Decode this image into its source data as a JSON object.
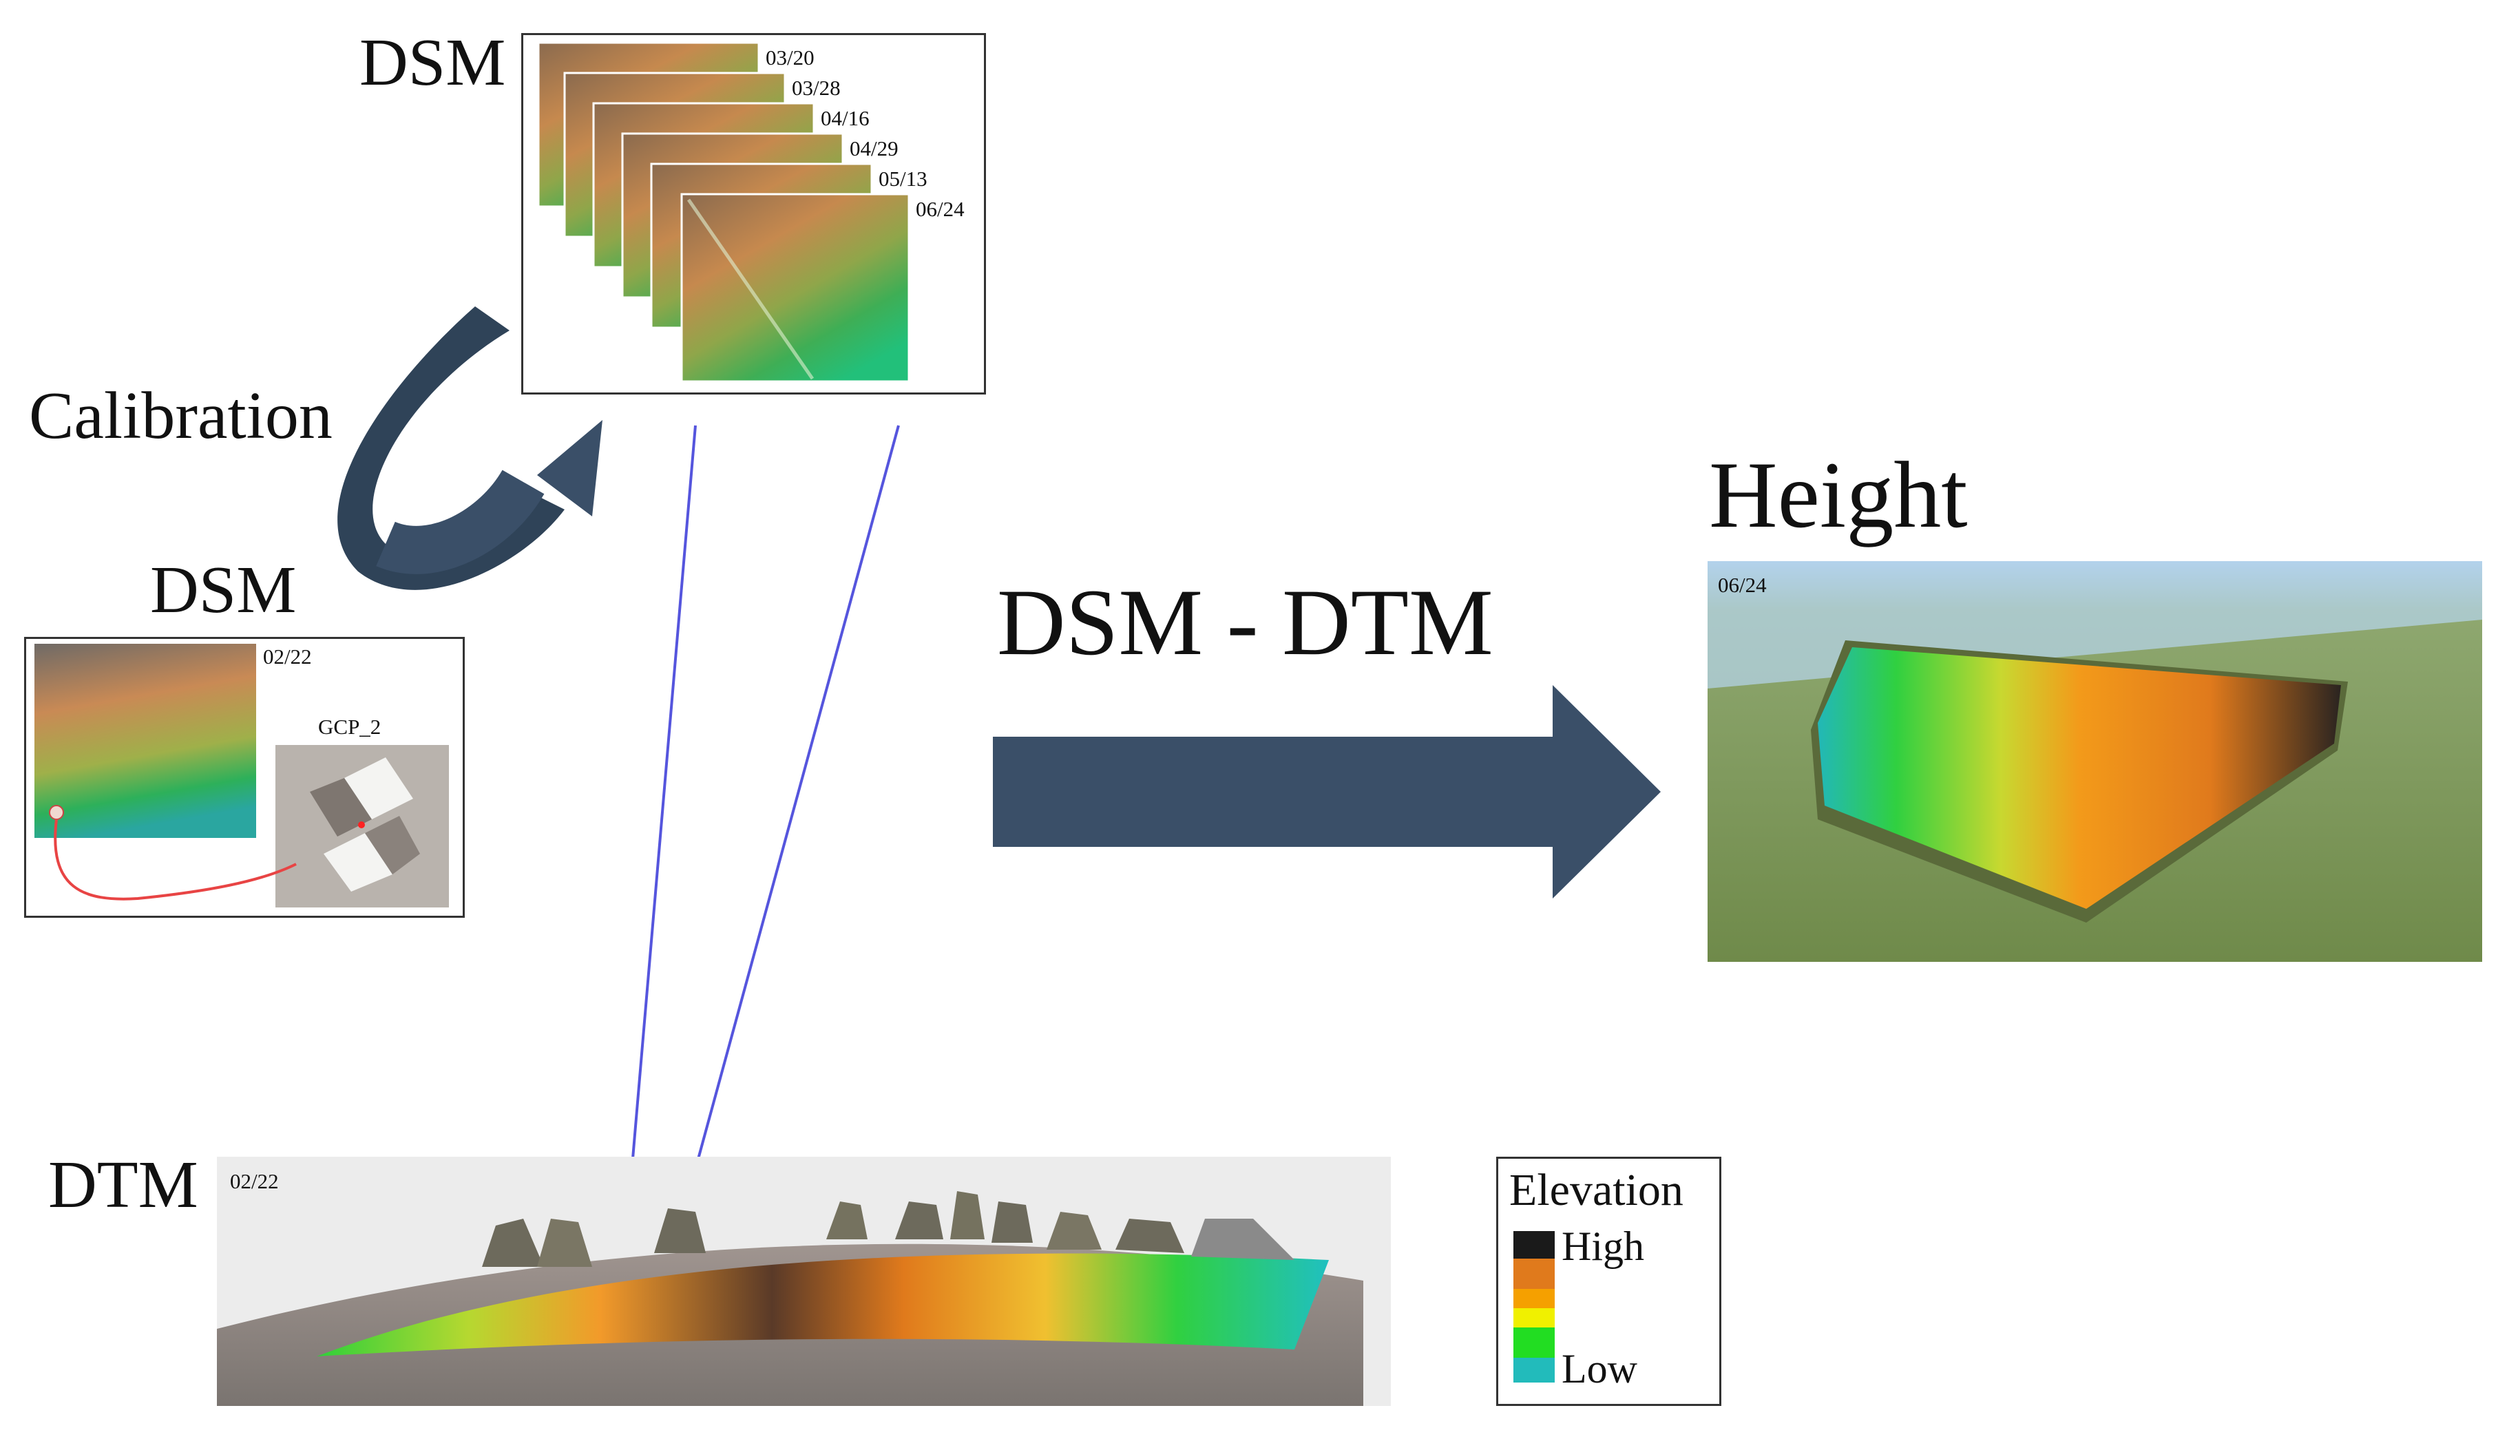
{
  "labels": {
    "dsm_top": "DSM",
    "dsm_left": "DSM",
    "calibration": "Calibration",
    "dtm": "DTM",
    "operation": "DSM - DTM",
    "height": "Height"
  },
  "dsm_stack": {
    "dates": [
      "03/20",
      "03/28",
      "04/16",
      "04/29",
      "05/13",
      "06/24"
    ]
  },
  "dsm_single": {
    "date": "02/22",
    "gcp_label": "GCP_2"
  },
  "dtm_panel": {
    "date": "02/22"
  },
  "height_panel": {
    "date": "06/24"
  },
  "legend": {
    "title": "Elevation",
    "high_label": "High",
    "low_label": "Low",
    "colors": [
      "#1a1a1a",
      "#e07a1c",
      "#f5a000",
      "#f0f000",
      "#22dd22",
      "#22bbbb"
    ]
  },
  "colors": {
    "arrow": "#3a4f68",
    "guide_line": "#5555dd",
    "gcp_link": "#e84444"
  }
}
